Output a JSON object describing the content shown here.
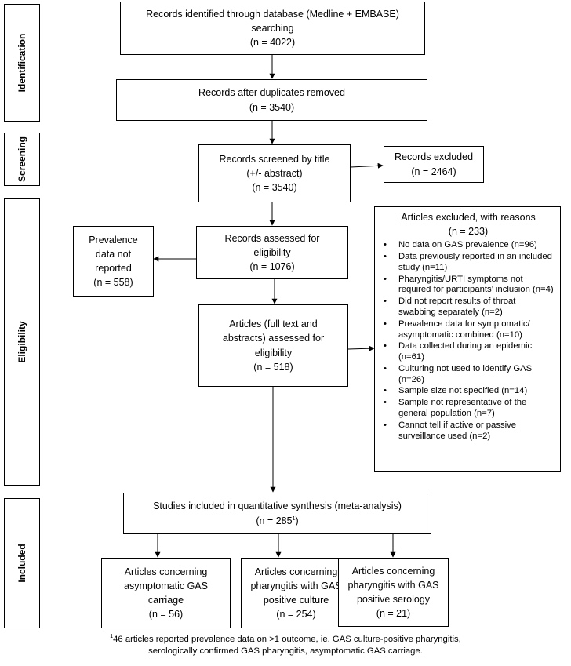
{
  "stages": {
    "identification": "Identification",
    "screening": "Screening",
    "eligibility": "Eligibility",
    "included": "Included"
  },
  "boxes": {
    "identified": [
      "Records identified through database (Medline + EMBASE)",
      "searching",
      "(n = 4022)"
    ],
    "duplicates": [
      "Records after duplicates removed",
      "(n = 3540)"
    ],
    "screened": [
      "Records screened by title",
      "(+/- abstract)",
      "(n = 3540)"
    ],
    "excluded": [
      "Records excluded",
      "(n = 2464)"
    ],
    "prevalence": [
      "Prevalence",
      "data not",
      "reported",
      "(n = 558)"
    ],
    "assessed": [
      "Records assessed for",
      "eligibility",
      "(n = 1076)"
    ],
    "fulltext": [
      "Articles (full text and",
      "abstracts) assessed for",
      "eligibility",
      "(n = 518)"
    ],
    "included_title": "Studies included in quantitative synthesis (meta-analysis)",
    "included_n": "(n = 285",
    "included_sup": "1",
    "included_close": ")",
    "asymptomatic": [
      "Articles concerning",
      "asymptomatic GAS",
      "carriage",
      "(n = 56)"
    ],
    "culture": [
      "Articles concerning",
      "pharyngitis with GAS",
      "positive culture",
      "(n = 254)"
    ],
    "serology": [
      "Articles concerning",
      "pharyngitis with GAS",
      "positive serology",
      "(n = 21)"
    ]
  },
  "reasons": {
    "title": "Articles excluded, with reasons",
    "n": "(n = 233)",
    "items": [
      "No data on GAS prevalence (n=96)",
      "Data previously reported in an included study (n=11)",
      "Pharyngitis/URTI symptoms not required for participants’ inclusion (n=4)",
      "Did not report results of throat swabbing separately (n=2)",
      "Prevalence data for symptomatic/ asymptomatic combined (n=10)",
      "Data collected during an epidemic (n=61)",
      "Culturing not used to identify GAS (n=26)",
      "Sample size not specified (n=14)",
      "Sample not representative of the general population (n=7)",
      "Cannot tell if active or passive surveillance used (n=2)"
    ]
  },
  "footnote": {
    "sup": "1",
    "line1": "46 articles reported prevalence data on >1 outcome, ie. GAS culture-positive pharyngitis,",
    "line2": "serologically confirmed GAS pharyngitis, asymptomatic GAS carriage."
  }
}
